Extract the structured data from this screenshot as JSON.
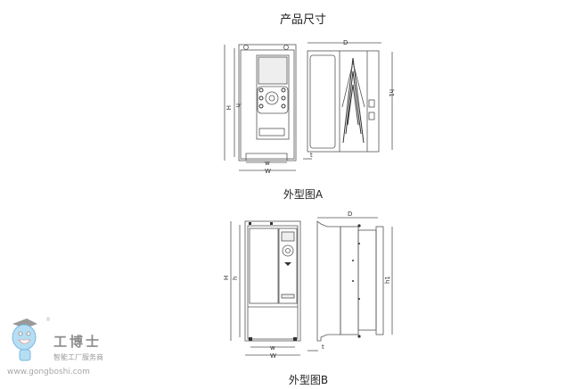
{
  "title": "产品尺寸",
  "figure_a": {
    "caption": "外型图A",
    "labels": {
      "D": "D",
      "H": "H",
      "h": "h",
      "h1": "h1",
      "W": "W",
      "w": "w",
      "t": "t"
    }
  },
  "figure_b": {
    "caption": "外型图B",
    "labels": {
      "D": "D",
      "H": "H",
      "h": "h",
      "h1": "h1",
      "W": "W",
      "w": "w",
      "t": "t"
    }
  },
  "watermark": {
    "brand": "工博士",
    "tagline": "智能工厂服务商",
    "url": "www.gongboshi.com",
    "registered": "®"
  }
}
